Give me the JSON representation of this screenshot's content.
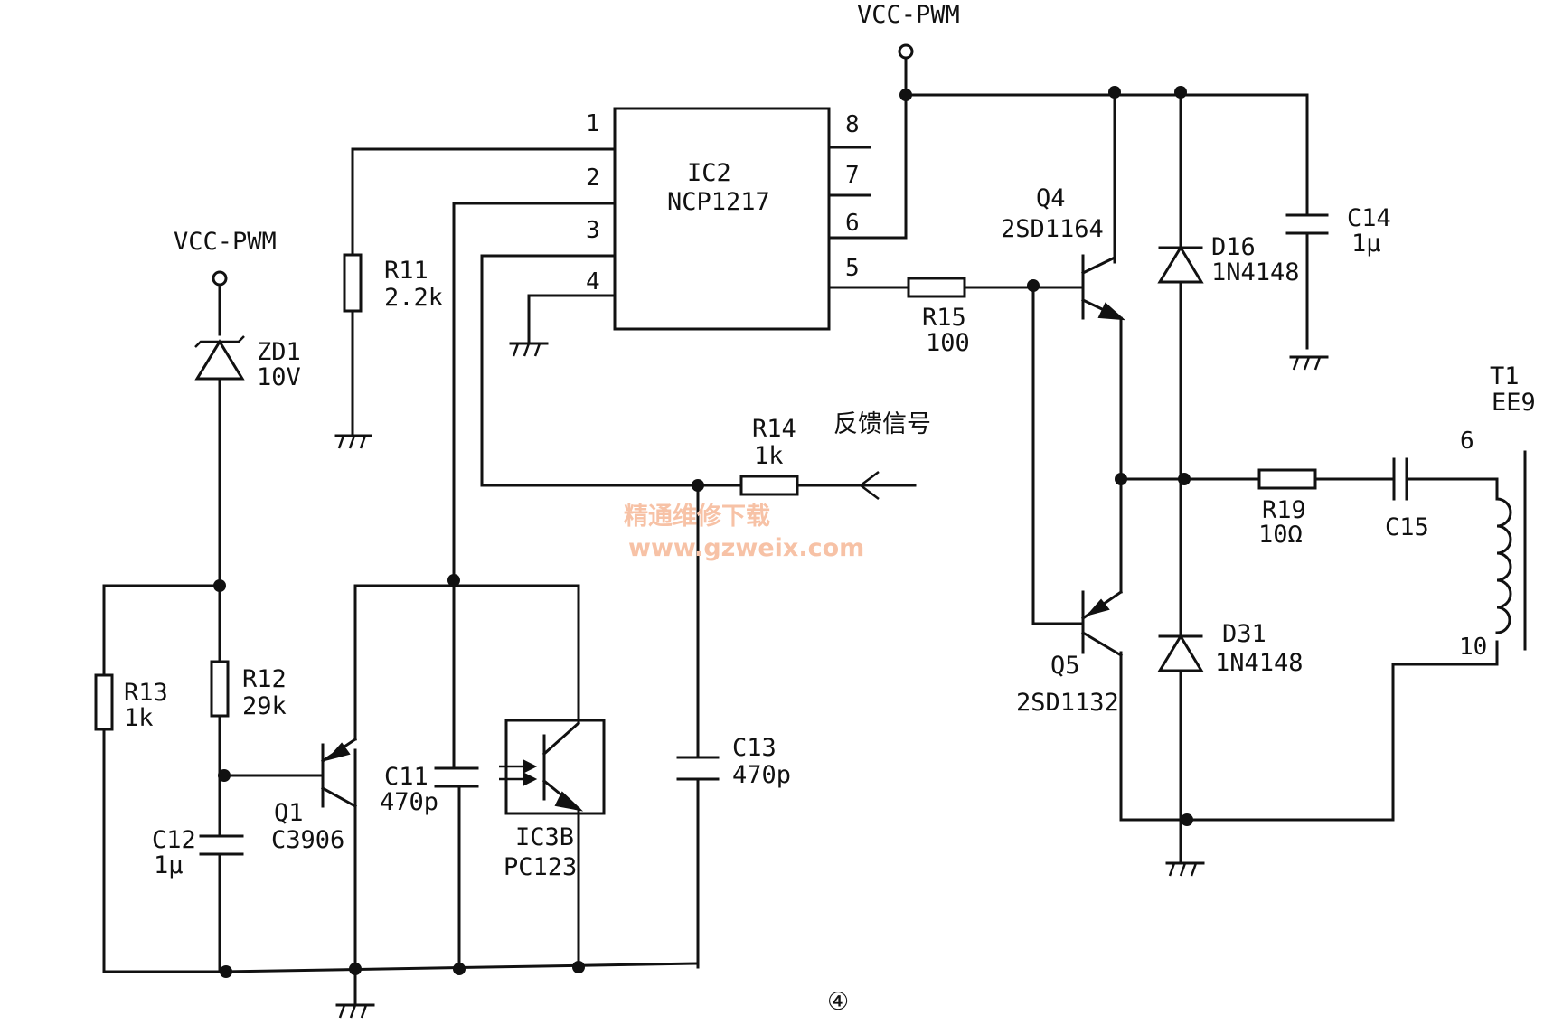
{
  "labels": {
    "vcc_pwm_top": "VCC-PWM",
    "vcc_pwm_left": "VCC-PWM",
    "ic2_ref": "IC2",
    "ic2_part": "NCP1217",
    "ic2_pins": [
      "1",
      "2",
      "3",
      "4",
      "5",
      "6",
      "7",
      "8"
    ],
    "r11_ref": "R11",
    "r11_val": "2.2k",
    "zd1_ref": "ZD1",
    "zd1_val": "10V",
    "r13_ref": "R13",
    "r13_val": "1k",
    "r12_ref": "R12",
    "r12_val": "29k",
    "c12_ref": "C12",
    "c12_val": "1μ",
    "q1_ref": "Q1",
    "q1_part": "C3906",
    "c11_ref": "C11",
    "c11_val": "470p",
    "ic3b_ref": "IC3B",
    "ic3b_part": "PC123",
    "c13_ref": "C13",
    "c13_val": "470p",
    "r14_ref": "R14",
    "r14_val": "1k",
    "feedback": "反馈信号",
    "r15_ref": "R15",
    "r15_val": "100",
    "q4_ref": "Q4",
    "q4_part": "2SD1164",
    "q5_ref": "Q5",
    "q5_part": "2SD1132",
    "d16_ref": "D16",
    "d16_part": "1N4148",
    "d31_ref": "D31",
    "d31_part": "1N4148",
    "c14_ref": "C14",
    "c14_val": "1μ",
    "r19_ref": "R19",
    "r19_val": "10Ω",
    "c15_ref": "C15",
    "t1_ref": "T1",
    "t1_core": "EE9",
    "t1_pin_top": "6",
    "t1_pin_bottom": "10",
    "figure_number": "④"
  },
  "watermark": {
    "title": "精通维修下载",
    "url": "www.gzweix.com"
  }
}
